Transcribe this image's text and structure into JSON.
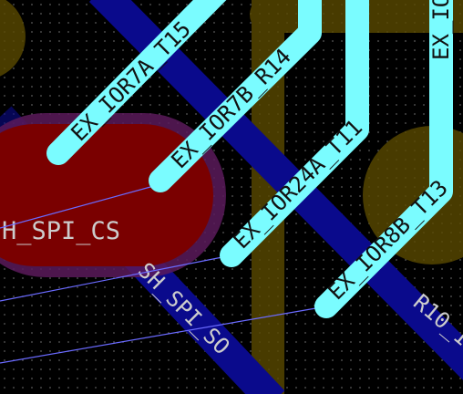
{
  "canvas": {
    "background": "#000000",
    "grid_dot_color": "#5a5a5a"
  },
  "colors": {
    "top_trace": "#7afcff",
    "bottom_trace": "#0a0a8c",
    "pad": "#7a0000",
    "pad_outline": "#5a1a5a",
    "via_pad": "#5a4a00",
    "ratsnest": "#6a6aff",
    "label_light": "#cccccc",
    "label_dark": "#141414"
  },
  "nets": {
    "pad_label": "H_SPI_CS",
    "bottom_trace_label_1": "SH_SPI_SO",
    "bottom_trace_label_2": "R10_I"
  },
  "traces": [
    {
      "id": "ex-ior7a",
      "label": "EX_IOR7A_T15"
    },
    {
      "id": "ex-ior7b",
      "label": "EX_IOR7B_R14"
    },
    {
      "id": "ex-ior24a",
      "label": "EX_IOR24A_T11"
    },
    {
      "id": "ex-ior8b",
      "label": "EX_IOR8B_T13"
    },
    {
      "id": "ex-io-right",
      "label": "EX_IO"
    }
  ]
}
